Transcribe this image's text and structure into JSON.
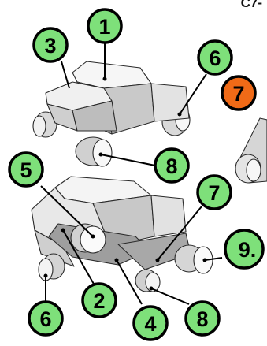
{
  "page_code": "C7-",
  "colors": {
    "callout_green": "#7ee07a",
    "callout_orange": "#f06a17",
    "callout_stroke": "#000000",
    "part_fill_light": "#f4f4f4",
    "part_fill_mid": "#dcdcdc",
    "part_fill_dark": "#b9b9b9"
  },
  "callouts": [
    {
      "label": "1",
      "color": "green"
    },
    {
      "label": "3",
      "color": "green"
    },
    {
      "label": "6",
      "color": "green"
    },
    {
      "label": "7",
      "color": "orange"
    },
    {
      "label": "5",
      "color": "green"
    },
    {
      "label": "8",
      "color": "green"
    },
    {
      "label": "7",
      "color": "green"
    },
    {
      "label": "9.",
      "color": "green"
    },
    {
      "label": "2",
      "color": "green"
    },
    {
      "label": "6",
      "color": "green"
    },
    {
      "label": "4",
      "color": "green"
    },
    {
      "label": "8",
      "color": "green"
    }
  ]
}
